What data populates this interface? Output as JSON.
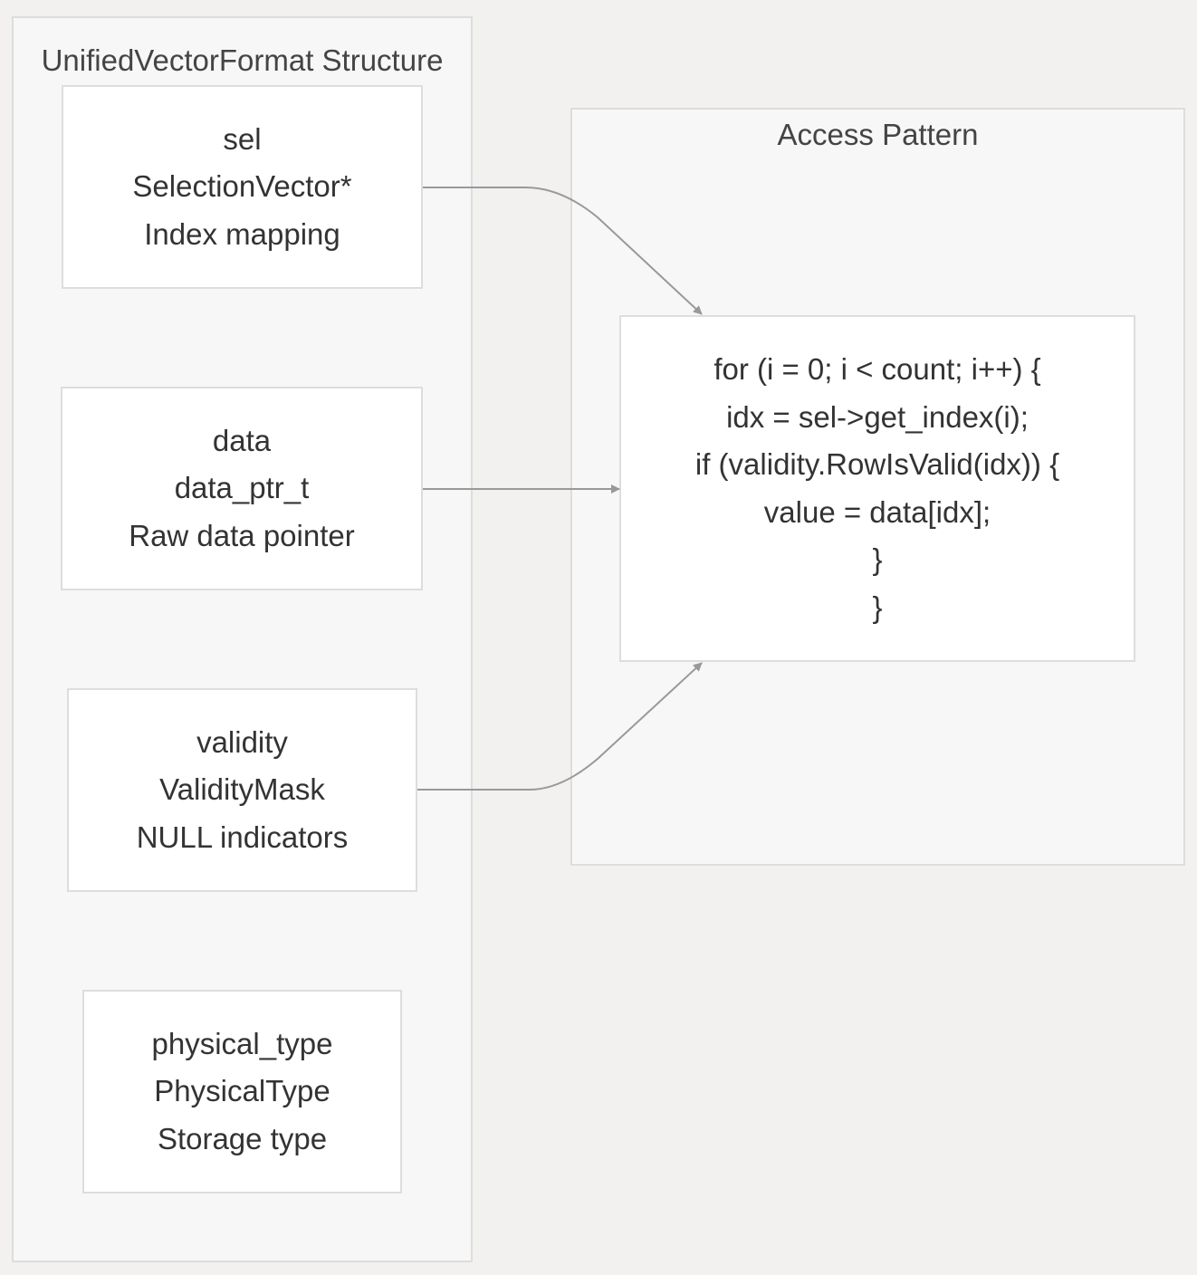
{
  "clusters": {
    "structure": {
      "title": "UnifiedVectorFormat Structure"
    },
    "access": {
      "title": "Access Pattern"
    }
  },
  "nodes": {
    "sel": {
      "lines": [
        "sel",
        "SelectionVector*",
        "Index mapping"
      ]
    },
    "data": {
      "lines": [
        "data",
        "data_ptr_t",
        "Raw data pointer"
      ]
    },
    "validity": {
      "lines": [
        "validity",
        "ValidityMask",
        "NULL indicators"
      ]
    },
    "physical_type": {
      "lines": [
        "physical_type",
        "PhysicalType",
        "Storage type"
      ]
    },
    "loop": {
      "lines": [
        "for (i = 0; i < count; i++) {",
        "idx = sel->get_index(i);",
        "if (validity.RowIsValid(idx)) {",
        "value = data[idx];",
        "}",
        "}"
      ]
    }
  },
  "edges": [
    {
      "from": "sel",
      "to": "loop"
    },
    {
      "from": "data",
      "to": "loop"
    },
    {
      "from": "validity",
      "to": "loop"
    }
  ],
  "colors": {
    "background": "#f2f1f0",
    "cluster_fill": "#f7f7f7",
    "border": "#dddddd",
    "node_fill": "#ffffff",
    "edge": "#999999",
    "text": "#333333"
  }
}
